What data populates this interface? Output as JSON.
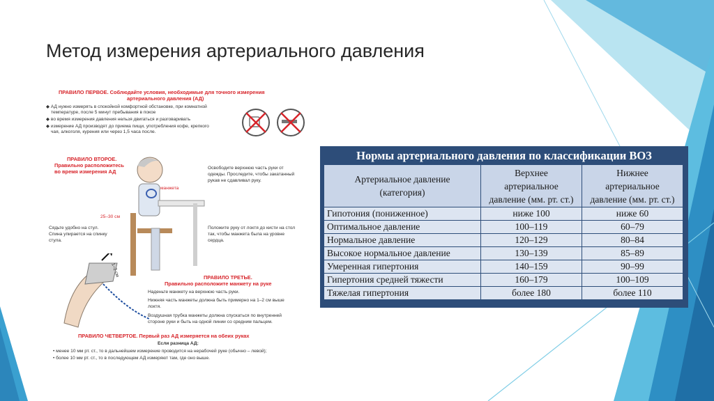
{
  "slide": {
    "title": "Метод измерения артериального давления"
  },
  "poster": {
    "rule1_title": "ПРАВИЛО ПЕРВОЕ. Соблюдайте условия, необходимые для точного измерения",
    "rule1_title2": "артериального давления (АД)",
    "rule1_b1": "АД нужно измерять в спокойной комфортной обстановке, при комнатной",
    "rule1_b1b": "температуре, после 5 минут пребывания в покое",
    "rule1_b2": "во время измерения давления нельзя двигаться и разговаривать",
    "rule1_b3": "измерение АД производят до приема пищи, употребления кофе, крепкого",
    "rule1_b3b": "чая, алкоголя, курения или через 1,5 часа после.",
    "rule2_title1": "ПРАВИЛО ВТОРОЕ.",
    "rule2_title2": "Правильно расположитесь",
    "rule2_title3": "во время измерения АД",
    "cuff_label": "манжета",
    "height_label": "25–30 см",
    "rule2_r1": "Освободите верхнюю часть руки от",
    "rule2_r2": "одежды. Проследите, чтобы закатанный",
    "rule2_r3": "рукав не сдавливал руку.",
    "rule2_l1": "Сядьте удобно на стул.",
    "rule2_l2": "Спина упирается на спинку",
    "rule2_l3": "стула.",
    "rule2_m1": "Положите руку от локтя до кисти на стол",
    "rule2_m2": "так, чтобы манжета была на уровне",
    "rule2_m3": "сердца.",
    "gap_label": "1–2 см",
    "rule3_title1": "ПРАВИЛО ТРЕТЬЕ.",
    "rule3_title2": "Правильно расположите манжету на руке",
    "rule3_p1": "Наденьте манжету на верхнюю часть руки.",
    "rule3_p2": "Нижняя часть манжеты должна быть примерно на 1–2 см выше",
    "rule3_p2b": "локтя.",
    "rule3_p3": "Воздушная трубка манжеты  должна спускаться по внутренней",
    "rule3_p3b": "стороне руки и быть на одной линии со средним пальцем.",
    "rule4_title": "ПРАВИЛО ЧЕТВЕРТОЕ. Первый раз АД измеряется на обеих руках",
    "rule4_sub": "Если разница АД:",
    "rule4_b1": "менее 10 мм рт. ст., то в дальнейшем измерение проводится на нерабочей руке (обычно – левой);",
    "rule4_b2": "более 10 мм рт. ст., то в последующем АД измеряют там, где оно выше."
  },
  "table": {
    "caption": "Нормы артериального давления по классификации ВОЗ",
    "headers": [
      [
        "Артериальное давление",
        "(категория)"
      ],
      [
        "Верхнее",
        "артериальное",
        "давление (мм. рт. ст.)"
      ],
      [
        "Нижнее",
        "артериальное",
        "давление (мм. рт. ст.)"
      ]
    ],
    "rows": [
      [
        "Гипотония (пониженное)",
        "ниже 100",
        "ниже 60"
      ],
      [
        "Оптимальное давление",
        "100–119",
        "60–79"
      ],
      [
        "Нормальное давление",
        "120–129",
        "80–84"
      ],
      [
        "Высокое нормальное давление",
        "130–139",
        "85–89"
      ],
      [
        "Умеренная гипертония",
        "140–159",
        "90–99"
      ],
      [
        "Гипертония средней тяжести",
        "160–179",
        "100–109"
      ],
      [
        "Тяжелая гипертония",
        "более 180",
        "более 110"
      ]
    ]
  },
  "colors": {
    "accent_dark": "#2d4d79",
    "accent_light": "#dde5f1",
    "rule_red": "#d7242a",
    "deco_blue": "#3fa7d6"
  }
}
